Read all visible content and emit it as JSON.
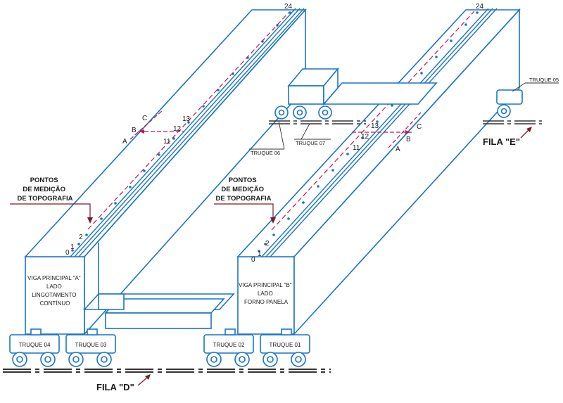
{
  "labels": {
    "pontos_1": [
      "PONTOS",
      "DE MEDIÇÃO",
      "DE TOPOGRAFIA"
    ],
    "pontos_2": [
      "PONTOS",
      "DE MEDIÇÃO",
      "DE TOPOGRAFIA"
    ],
    "viga_a": [
      "VIGA PRINCIPAL \"A\"",
      "LADO",
      "LINGOTAMENTO",
      "CONTÍNUO"
    ],
    "viga_b": [
      "VIGA PRINCIPAL \"B\"",
      "LADO",
      "FORNO PANELA"
    ],
    "truques": {
      "t01": "TRUQUE 01",
      "t02": "TRUQUE 02",
      "t03": "TRUQUE 03",
      "t04": "TRUQUE 04",
      "t05": "TRUQUE 05",
      "t06": "TRUQUE 06",
      "t07": "TRUQUE 07"
    },
    "fila_d": "FILA \"D\"",
    "fila_e": "FILA \"E\"",
    "point_numbers_a": {
      "p0": "0",
      "p1": "1",
      "p2": "2",
      "p11": "11",
      "p12": "12",
      "p13": "13",
      "p24": "24",
      "pa": "A",
      "pb": "B",
      "pc": "C"
    },
    "point_numbers_b": {
      "p0": "0",
      "p1": "1",
      "p2": "2",
      "p11": "11",
      "p12": "12",
      "p13": "13",
      "p24": "24",
      "pa": "A",
      "pb": "B",
      "pc": "C"
    }
  },
  "colors": {
    "structure": "#1874c8",
    "measure_line": "#c0185a",
    "leader": "#7a1a2a",
    "text": "#1a1a1a"
  }
}
